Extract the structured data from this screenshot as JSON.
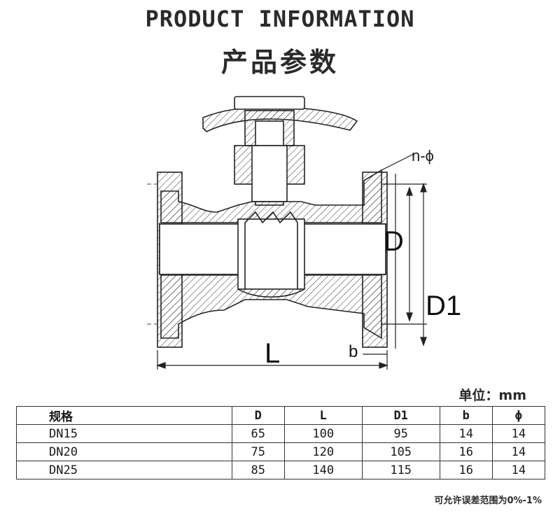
{
  "header": {
    "title_en": "PRODUCT INFORMATION",
    "title_cn": "产品参数"
  },
  "drawing": {
    "label_n_phi": "n-ϕ",
    "label_D": "D",
    "label_D1": "D1",
    "label_L": "L",
    "label_b": "b"
  },
  "unit_label": "单位：mm",
  "table": {
    "headers": [
      "规格",
      "D",
      "L",
      "D1",
      "b",
      "ϕ"
    ],
    "rows": [
      [
        "DN15",
        "65",
        "100",
        "95",
        "14",
        "14"
      ],
      [
        "DN20",
        "75",
        "120",
        "105",
        "16",
        "14"
      ],
      [
        "DN25",
        "85",
        "140",
        "115",
        "16",
        "14"
      ]
    ]
  },
  "footnote": "可允许误差范围为0%-1%"
}
